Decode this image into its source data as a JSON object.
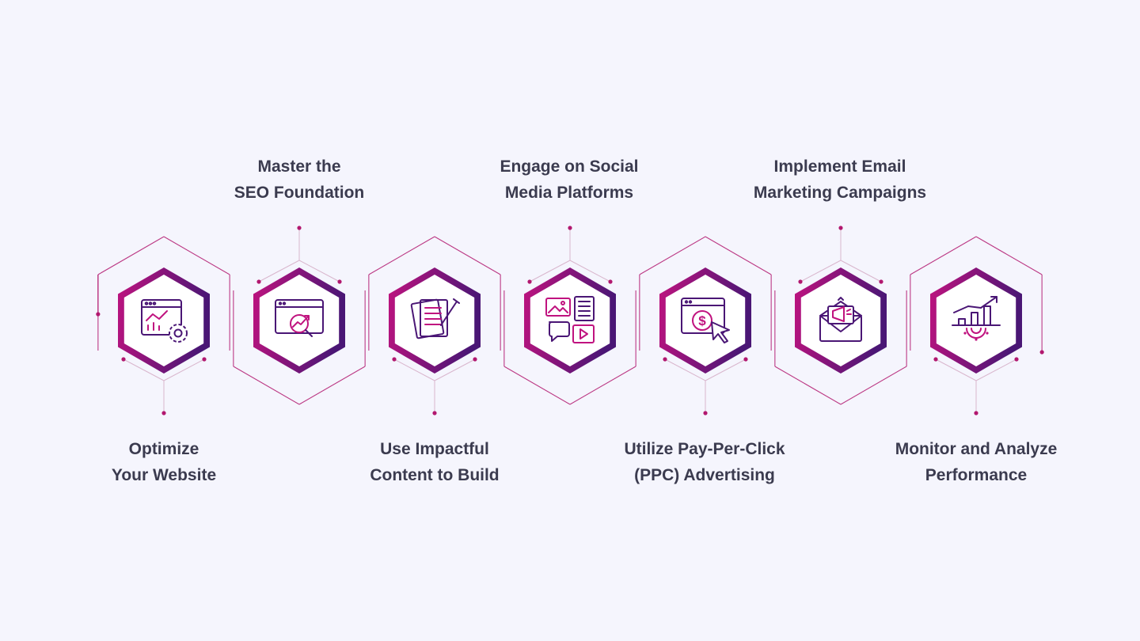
{
  "colors": {
    "background": "#f5f5fd",
    "text": "#3b3b4f",
    "gradient_start": "#c0137f",
    "gradient_end": "#4a1675",
    "outline": "#b2186f",
    "connector": "#d9b6cd"
  },
  "steps": [
    {
      "lines": [
        "Optimize",
        "Your Website"
      ],
      "icon": "website-analytics-gear-icon",
      "label_position": "bottom"
    },
    {
      "lines": [
        "Master the",
        "SEO Foundation"
      ],
      "icon": "browser-search-magnifier-icon",
      "label_position": "top"
    },
    {
      "lines": [
        "Use Impactful",
        "Content to Build"
      ],
      "icon": "document-pencil-icon",
      "label_position": "bottom"
    },
    {
      "lines": [
        "Engage on Social",
        "Media Platforms"
      ],
      "icon": "social-media-grid-icon",
      "label_position": "top"
    },
    {
      "lines": [
        "Utilize Pay-Per-Click",
        "(PPC) Advertising"
      ],
      "icon": "ppc-dollar-cursor-icon",
      "label_position": "bottom"
    },
    {
      "lines": [
        "Implement Email",
        "Marketing Campaigns"
      ],
      "icon": "email-megaphone-icon",
      "label_position": "top"
    },
    {
      "lines": [
        "Monitor and Analyze",
        "Performance"
      ],
      "icon": "growth-chart-gear-icon",
      "label_position": "bottom"
    }
  ]
}
